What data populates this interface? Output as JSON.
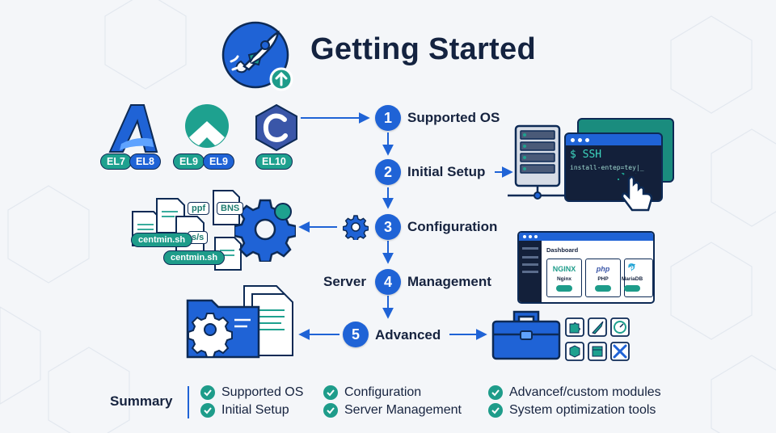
{
  "title": "Getting Started",
  "os": {
    "badges": [
      "EL7",
      "EL8",
      "EL9",
      "EL9",
      "EL10"
    ]
  },
  "steps": [
    {
      "number": "1",
      "label": "Supported OS"
    },
    {
      "number": "2",
      "label": "Initial Setup"
    },
    {
      "number": "3",
      "label": "Configuration"
    },
    {
      "number": "4",
      "label": "Management"
    },
    {
      "number": "5",
      "label": "Advanced"
    }
  ],
  "step4_prefix": "Server",
  "files": {
    "pills": [
      "centmin.sh",
      "centmin.sh"
    ],
    "tags": [
      "ppf",
      "BNS",
      "s/s"
    ]
  },
  "terminal": {
    "command": "$ SSH",
    "line": "install-entep=tey|_"
  },
  "dashboard": {
    "title": "Dashboard",
    "cards": [
      {
        "logo": "NGINX",
        "label": "Nginx"
      },
      {
        "logo": "php",
        "label": "PHP"
      },
      {
        "logo": "🐬",
        "label": "MariaDB"
      }
    ]
  },
  "summary": {
    "title": "Summary",
    "items": [
      "Supported OS",
      "Initial Setup",
      "Configuration",
      "Server Management",
      "Advancef/custom modules",
      "System optimization tools"
    ]
  },
  "colors": {
    "primary": "#1f63d6",
    "teal": "#1e9c8a",
    "navy": "#16233f",
    "background": "#f4f6f9"
  }
}
